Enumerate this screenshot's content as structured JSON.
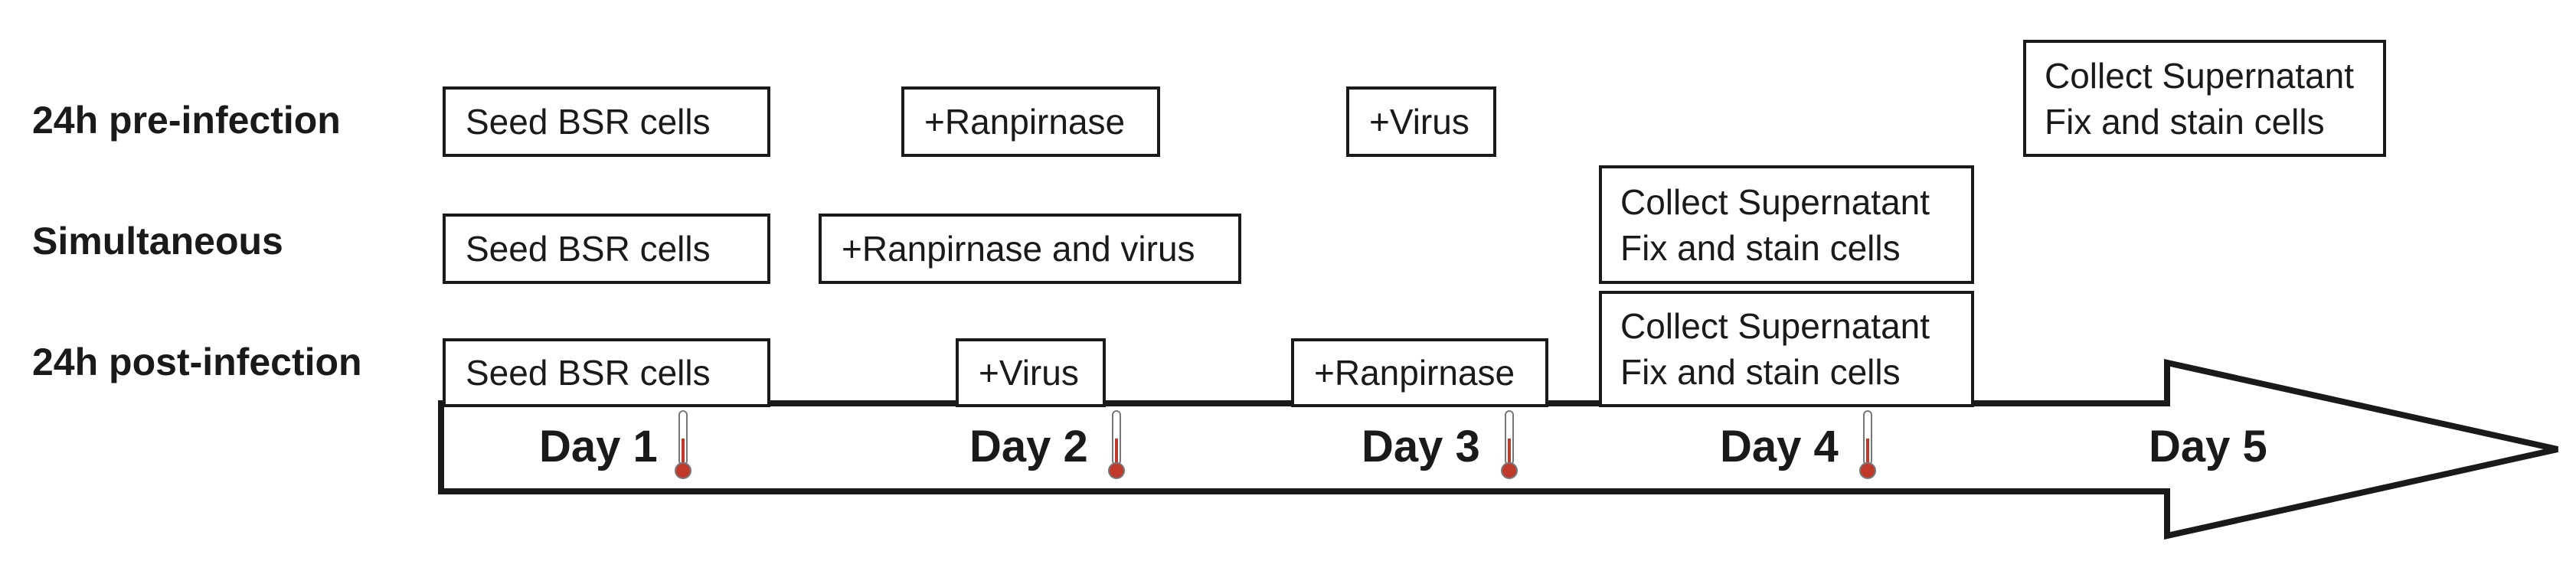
{
  "rows": [
    {
      "label": "24h pre-infection"
    },
    {
      "label": "Simultaneous"
    },
    {
      "label": "24h post-infection"
    }
  ],
  "boxes": {
    "pre_seed": "Seed BSR cells",
    "pre_ranpirnase": "+Ranpirnase",
    "pre_virus": "+Virus",
    "pre_collect": [
      "Collect Supernatant",
      "Fix and stain cells"
    ],
    "sim_seed": "Seed BSR cells",
    "sim_ranp_virus": "+Ranpirnase and virus",
    "sim_collect": [
      "Collect Supernatant",
      "Fix and stain cells"
    ],
    "post_seed": "Seed BSR cells",
    "post_virus": "+Virus",
    "post_ranpirnase": "+Ranpirnase",
    "post_collect": [
      "Collect Supernatant",
      "Fix and stain cells"
    ]
  },
  "timeline": {
    "days": [
      "Day 1",
      "Day 2",
      "Day 3",
      "Day 4",
      "Day 5"
    ],
    "thermometer_icon": "thermometer-icon",
    "thermometer_color": "#c0392b"
  }
}
